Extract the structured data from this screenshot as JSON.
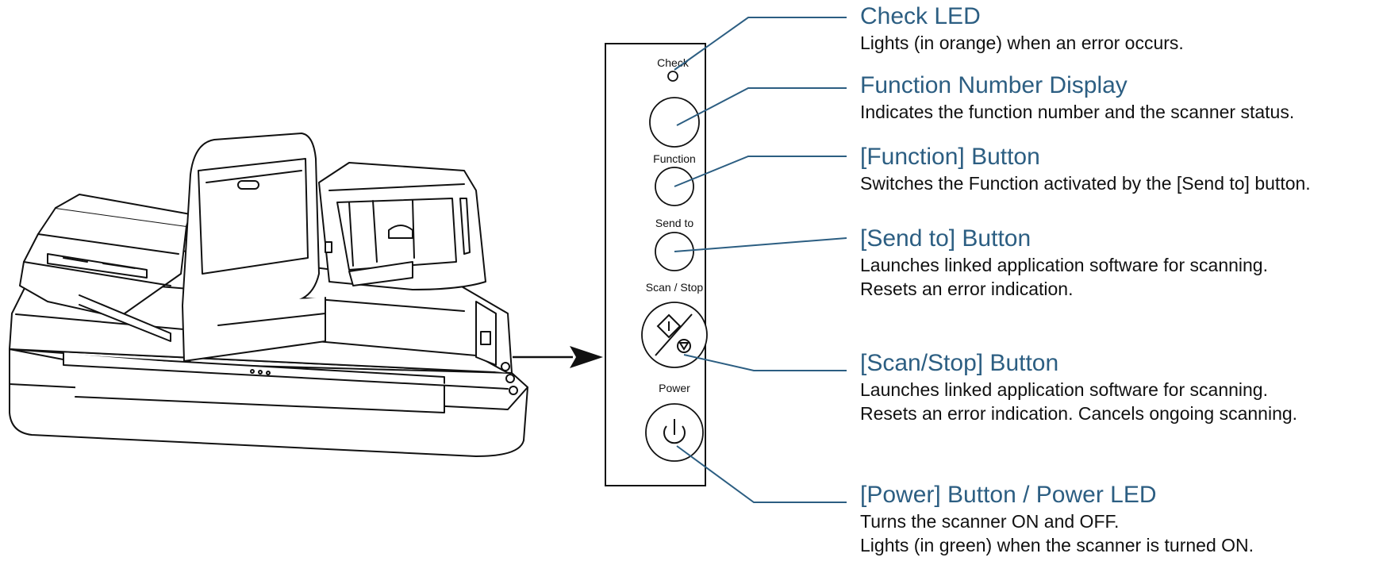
{
  "panel": {
    "check_label": "Check",
    "function_label": "Function",
    "send_to_label": "Send to",
    "scan_stop_label": "Scan / Stop",
    "power_label": "Power"
  },
  "callouts": {
    "check_led": {
      "title": "Check LED",
      "lines": [
        "Lights (in orange) when an error occurs."
      ]
    },
    "function_display": {
      "title": "Function Number Display",
      "lines": [
        "Indicates the function number and the scanner status."
      ]
    },
    "function_button": {
      "title": "[Function] Button",
      "lines": [
        "Switches the Function activated by the [Send to] button."
      ]
    },
    "send_to_button": {
      "title": "[Send to] Button",
      "lines": [
        "Launches linked application software for scanning.",
        "Resets an error indication."
      ]
    },
    "scan_stop_button": {
      "title": "[Scan/Stop] Button",
      "lines": [
        "Launches linked application software for scanning.",
        "Resets an error indication. Cancels ongoing scanning."
      ]
    },
    "power_button": {
      "title": "[Power] Button / Power LED",
      "lines": [
        "Turns the scanner ON and OFF.",
        "Lights (in green) when the scanner is turned ON."
      ]
    }
  },
  "colors": {
    "callout_title": "#2c5e82",
    "leader_line": "#2c5e82",
    "line_art": "#111111"
  },
  "icons": {
    "scan_stop": "diamond-start-triangle-stop-icon",
    "power": "power-symbol-icon",
    "pointer": "arrow-right-icon"
  }
}
